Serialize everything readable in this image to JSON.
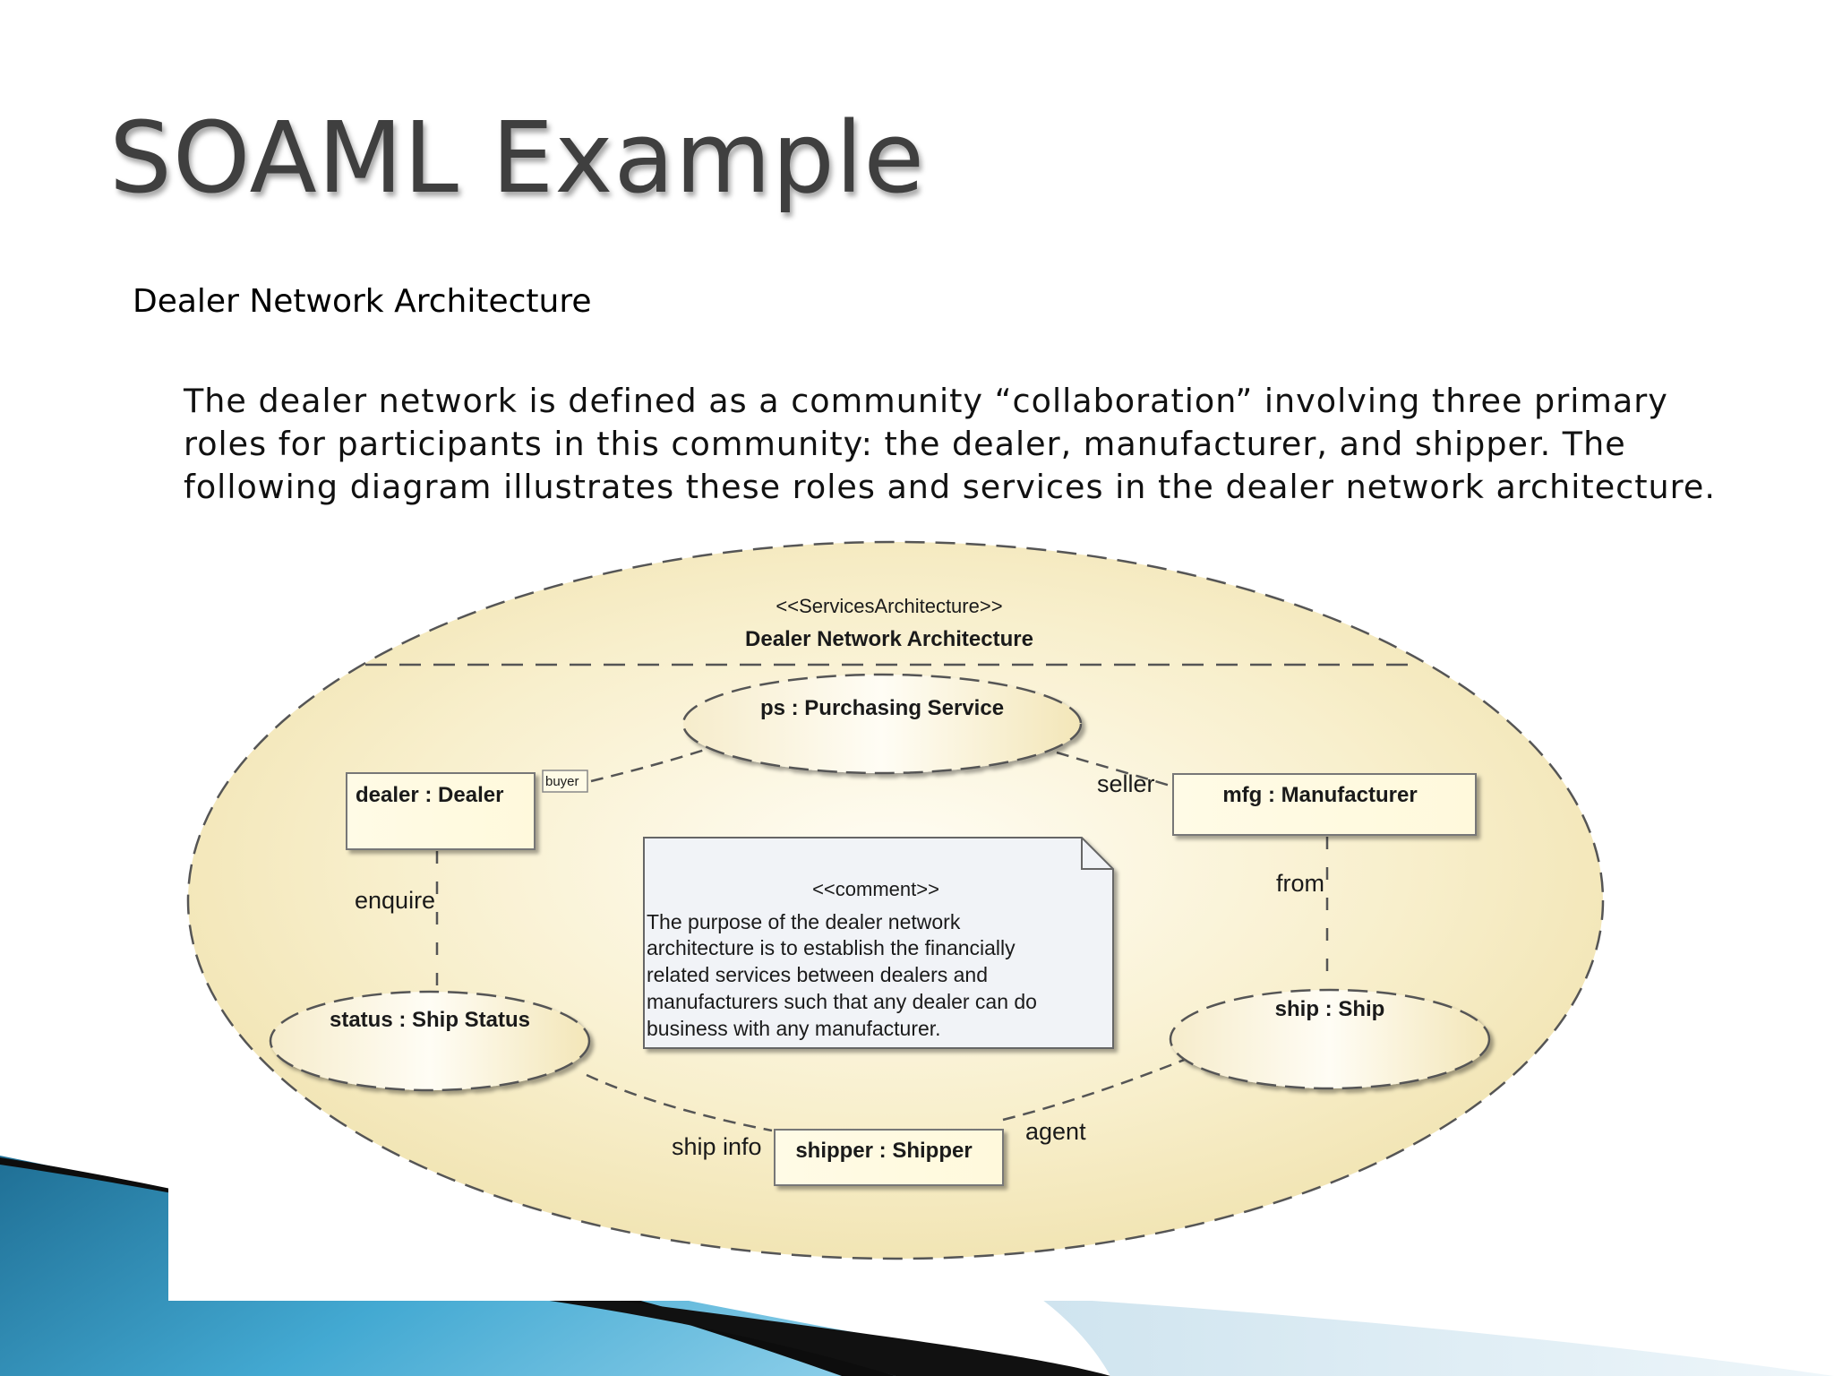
{
  "slide": {
    "title": "SOAML Example",
    "heading": "Dealer Network Architecture",
    "paragraph_lines": [
      "The dealer network is defined as a community “collaboration” involving three primary",
      "roles for participants in this community: the dealer, manufacturer, and shipper. The",
      "following diagram illustrates these roles and services in the dealer network architecture."
    ]
  },
  "diagram": {
    "stereotype": "<<ServicesArchitecture>>",
    "name": "Dealer Network Architecture",
    "services": {
      "purchasing": "ps : Purchasing Service",
      "ship_status": "status : Ship Status",
      "ship": "ship : Ship"
    },
    "participants": {
      "dealer": "dealer : Dealer",
      "manufacturer": "mfg : Manufacturer",
      "shipper": "shipper : Shipper"
    },
    "roles": {
      "buyer": "buyer",
      "seller": "seller",
      "enquire": "enquire",
      "from": "from",
      "ship_info": "ship info",
      "agent": "agent"
    },
    "comment": {
      "stereotype": "<<comment>>",
      "lines": [
        "The purpose of the dealer network",
        "architecture is to establish the financially",
        "related services between dealers and",
        "manufacturers such that any dealer can do",
        "business with any manufacturer."
      ]
    }
  },
  "colors": {
    "title": "#3f3f3f",
    "ellipse_fill": "#f5ecc4",
    "accent_blue": "#2e8fbd",
    "comment_fill": "#f1f3f7"
  }
}
